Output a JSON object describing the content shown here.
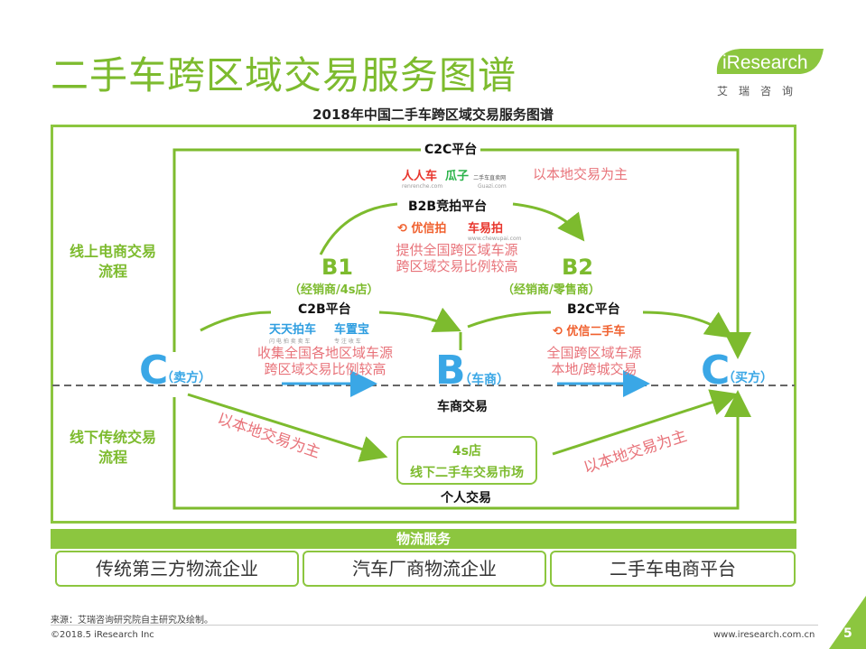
{
  "header": {
    "title": "二手车跨区域交易服务图谱",
    "logo_text": "iResearch",
    "logo_sub": "艾瑞咨询",
    "subtitle": "2018年中国二手车跨区域交易服务图谱"
  },
  "diagram": {
    "online_label": "线上电商交易\n流程",
    "offline_label": "线下传统交易\n流程",
    "c2c_platform": "C2C平台",
    "c2c_note": "以本地交易为主",
    "b2b_platform": "B2B竞拍平台",
    "b2b_note": "提供全国跨区域车源\n跨区域交易比例较高",
    "b1": "B1",
    "b1_sub": "（经销商/4s店）",
    "b2": "B2",
    "b2_sub": "（经销商/零售商）",
    "c2b_platform": "C2B平台",
    "c2b_note": "收集全国各地区域车源\n跨区域交易比例较高",
    "b2c_platform": "B2C平台",
    "b2c_note": "全国跨区域车源\n本地/跨城交易",
    "seller_c": "C",
    "seller_label": "（卖方）",
    "buyer_c": "C",
    "buyer_label": "（买方）",
    "dealer_b": "B",
    "dealer_label": "（车商）",
    "dealer_trade": "车商交易",
    "offline_left_note": "以本地交易为主",
    "offline_right_note": "以本地交易为主",
    "market_line1": "4s店",
    "market_line2": "线下二手车交易市场",
    "personal_trade": "个人交易",
    "brands": {
      "renrenche": "人人车",
      "renrenche_url": "renrenche.com",
      "guazi": "瓜子",
      "guazi_sub": "二手车直卖网",
      "guazi_url": "Guazi.com",
      "youxinpai": "优信拍",
      "chewupai": "车易拍",
      "chewupai_url": "www.chewupai.com",
      "tiantian": "天天拍车",
      "tiantian_sub": "闪 电 拍 卖 卖 车",
      "chezhibao": "车置宝",
      "chezhibao_sub": "专 注 收 车",
      "youxin_used": "优信二手车"
    }
  },
  "logistics": {
    "header": "物流服务",
    "items": [
      "传统第三方物流企业",
      "汽车厂商物流企业",
      "二手车电商平台"
    ]
  },
  "footer": {
    "source": "来源：艾瑞咨询研究院自主研究及绘制。",
    "copyright": "©2018.5 iResearch Inc",
    "url": "www.iresearch.com.cn",
    "page": "5"
  },
  "colors": {
    "green": "#8cc63f",
    "blue": "#3aa7e6",
    "red_text": "#e8737a"
  }
}
